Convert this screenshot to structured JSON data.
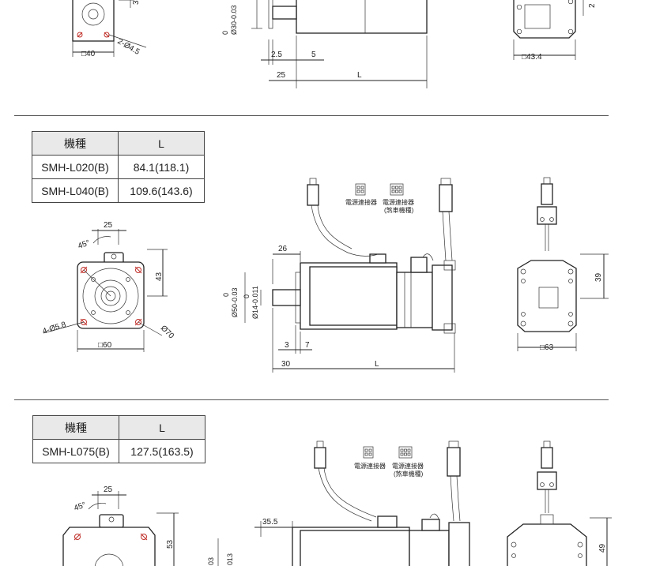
{
  "section1": {
    "front": {
      "dia_hole": "2-Ø4.5",
      "square": "□40",
      "dim_side": "3"
    },
    "side": {
      "shaft_dia": "0\nØ30-0.03",
      "d_shoulder": "2.5",
      "d_step": "5",
      "d_shaft": "25",
      "d_length": "L"
    },
    "rear": {
      "square": "□43.4",
      "dim_side": "2"
    }
  },
  "section2": {
    "table": {
      "header": [
        "機種",
        "L"
      ],
      "rows": [
        [
          "SMH-L020(B)",
          "84.1(118.1)"
        ],
        [
          "SMH-L040(B)",
          "109.6(143.6)"
        ]
      ]
    },
    "front": {
      "angle": "45°",
      "d_top": "25",
      "d_height": "43",
      "holes": "4-Ø5.8",
      "pcd": "Ø70",
      "square": "□60"
    },
    "side": {
      "connector1": "電源連接器",
      "connector2": "電源連接器",
      "connector2_note": "(煞車機種)",
      "d_flange": "26",
      "spigot_dia_top": "0",
      "spigot_dia": "Ø50-0.03",
      "shaft_dia_top": "0",
      "shaft_dia": "Ø14-0.011",
      "d_3": "3",
      "d_7": "7",
      "d_shaft": "30",
      "d_length": "L"
    },
    "rear": {
      "d_height": "39",
      "square": "□63"
    }
  },
  "section3": {
    "table": {
      "header": [
        "機種",
        "L"
      ],
      "rows": [
        [
          "SMH-L075(B)",
          "127.5(163.5)"
        ]
      ]
    },
    "front": {
      "angle": "45°",
      "d_top": "25",
      "d_height": "53"
    },
    "side": {
      "connector1": "電源連接器",
      "connector2": "電源連接器",
      "connector2_note": "(煞車機種)",
      "d_flange": "35.5",
      "dia_partial1": "03",
      "dia_partial2": "013"
    },
    "rear": {
      "d_height": "49"
    }
  }
}
